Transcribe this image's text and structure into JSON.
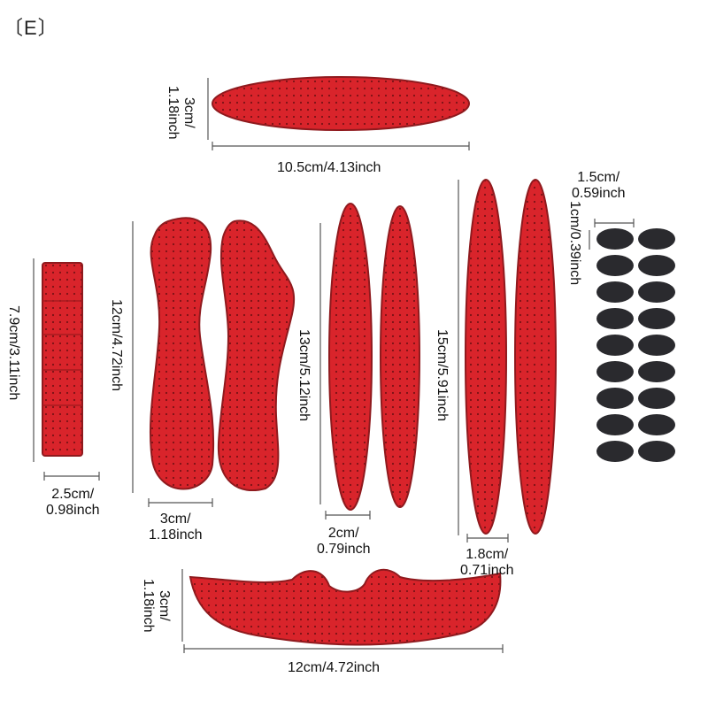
{
  "corner_label": "〔E〕",
  "colors": {
    "pad": "#d9242b",
    "pad_edge": "#8f1a1e",
    "dot": "#7a1216",
    "dark_pad": "#2a2a2e",
    "line": "#555555"
  },
  "labels": {
    "top_pad_height": [
      "3cm/",
      "1.18inch"
    ],
    "top_pad_width": "10.5cm/4.13inch",
    "strip_height": "7.9cm/3.11inch",
    "strip_width": [
      "2.5cm/",
      "0.98inch"
    ],
    "sole_height": "12cm/4.72inch",
    "sole_width": [
      "3cm/",
      "1.18inch"
    ],
    "mid_height": "13cm/5.12inch",
    "mid_width": [
      "2cm/",
      "0.79inch"
    ],
    "long_height": "15cm/5.91inch",
    "long_width": [
      "1.8cm/",
      "0.71inch"
    ],
    "dot_width": [
      "1.5cm/",
      "0.59inch"
    ],
    "dot_height": "1cm/0.39inch",
    "bottom_pad_height": [
      "3cm/",
      "1.18inch"
    ],
    "bottom_pad_width": "12cm/4.72inch"
  }
}
